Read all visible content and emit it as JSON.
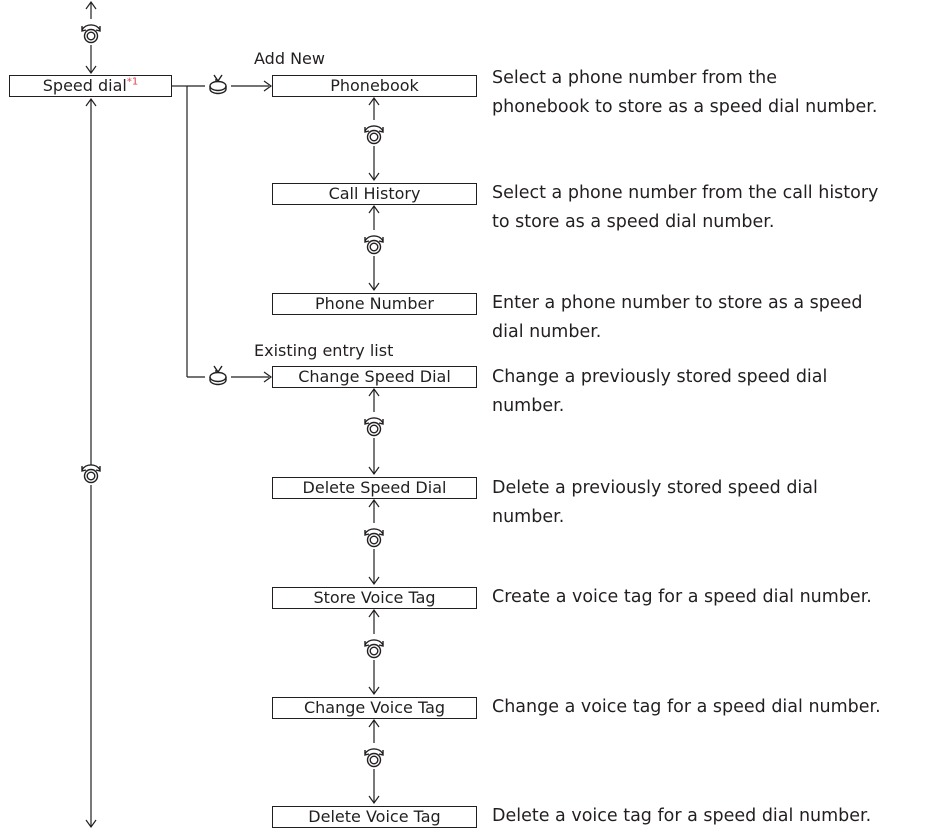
{
  "root": {
    "label": "Speed dial",
    "footnote": "*1"
  },
  "add_new": {
    "heading": "Add New",
    "items": [
      {
        "label": "Phonebook",
        "desc": [
          "Select a phone number from the",
          "phonebook to store as a speed dial number."
        ]
      },
      {
        "label": "Call History",
        "desc": [
          "Select a phone number from the call history",
          "to store as a speed dial number."
        ]
      },
      {
        "label": "Phone Number",
        "desc": [
          "Enter a phone number to store as a speed",
          "dial number."
        ]
      }
    ]
  },
  "existing": {
    "heading": "Existing entry list",
    "items": [
      {
        "label": "Change Speed Dial",
        "desc": [
          "Change a previously stored speed dial",
          "number."
        ]
      },
      {
        "label": "Delete Speed Dial",
        "desc": [
          "Delete a previously stored speed dial",
          "number."
        ]
      },
      {
        "label": "Store Voice Tag",
        "desc": [
          "Create a voice tag for a speed dial number."
        ]
      },
      {
        "label": "Change Voice Tag",
        "desc": [
          "Change a voice tag for a speed dial number."
        ]
      },
      {
        "label": "Delete Voice Tag",
        "desc": [
          "Delete a voice tag for a speed dial number."
        ]
      }
    ]
  },
  "icons": {
    "rotate": "rotate-knob-icon",
    "press": "press-knob-icon"
  },
  "colors": {
    "ink": "#231f20",
    "footnote": "#e0404a"
  }
}
